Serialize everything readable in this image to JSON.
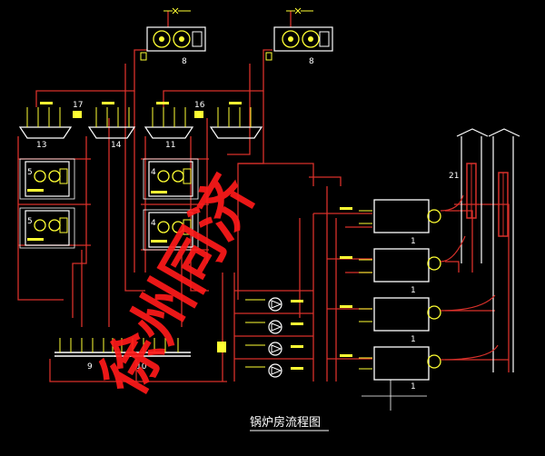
{
  "title": "锅炉房流程图",
  "watermark": "徐州同济",
  "colors": {
    "background": "#000000",
    "pipe": "#e0302a",
    "equipment": "#ffffff",
    "label": "#ffff33",
    "watermark": "#ff1a1a",
    "title_underline": "#ffffff"
  },
  "equipment_numbers": {
    "n8a": "8",
    "n8b": "8",
    "n13": "13",
    "n14": "14",
    "n17": "17",
    "n11": "11",
    "n16": "16",
    "n5a": "5",
    "n5b": "5",
    "n4a": "4",
    "n4b": "4",
    "n9": "9",
    "n10": "10",
    "n21": "21",
    "b1a": "1",
    "b1b": "1",
    "b1c": "1",
    "b1d": "1"
  }
}
